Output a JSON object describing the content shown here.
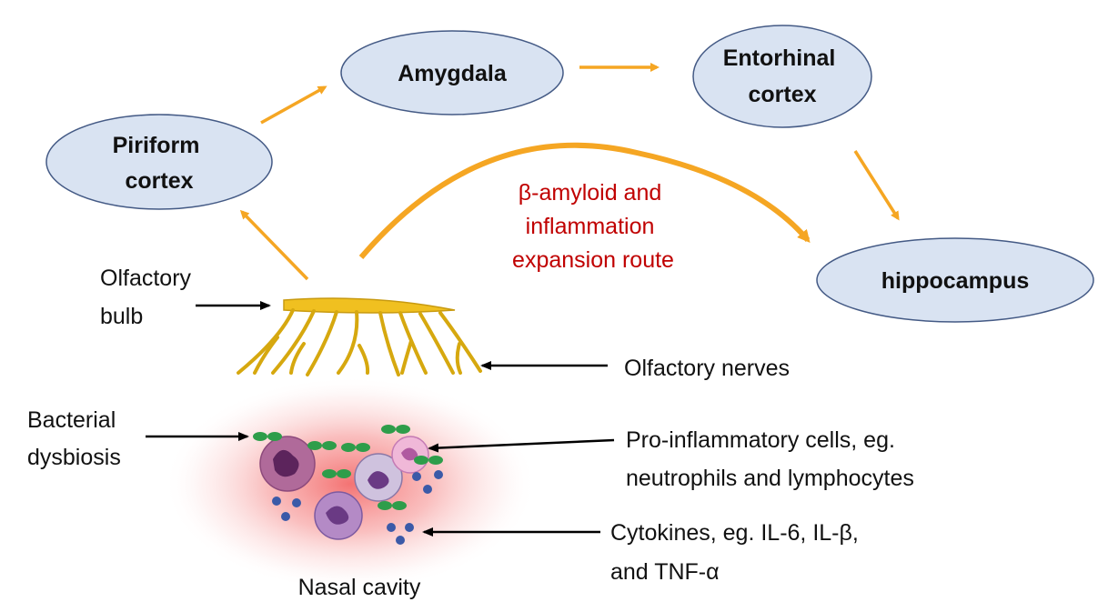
{
  "colors": {
    "node_fill": "#d9e3f2",
    "node_stroke": "#445a85",
    "orange_arrow": "#f5a623",
    "route_text": "#c00000",
    "nerve": "#f0c020",
    "nerve_stroke": "#c89a10",
    "pointer_arrow": "#000000",
    "bacteria": "#2e9d4a",
    "cytokine": "#3b5aa8",
    "cell_pink": "#c47ab4",
    "cell_nucleus": "#6b2f6e",
    "glow": "#f25a5a"
  },
  "nodes": {
    "piriform": [
      "Piriform",
      "cortex"
    ],
    "amygdala": [
      "Amygdala"
    ],
    "entorhinal": [
      "Entorhinal",
      "cortex"
    ],
    "hippocampus": [
      "hippocampus"
    ]
  },
  "route_label": [
    "β-amyloid and",
    "inflammation",
    "expansion route"
  ],
  "labels": {
    "olfactory_bulb": [
      "Olfactory",
      "bulb"
    ],
    "olfactory_nerves": [
      "Olfactory nerves"
    ],
    "bacterial_dysbiosis": [
      "Bacterial",
      "dysbiosis"
    ],
    "proinflammatory_cells": [
      "Pro-inflammatory cells, eg.",
      "neutrophils and lymphocytes"
    ],
    "cytokines": [
      "Cytokines, eg. IL-6, IL-β,",
      "and TNF-α"
    ],
    "nasal_cavity": [
      "Nasal cavity"
    ]
  },
  "icons": {
    "nerves": "olfactory-nerves-icon",
    "bacteria": "bacteria-icon",
    "cells": "immune-cell-icon",
    "cytokines": "cytokine-icon"
  }
}
